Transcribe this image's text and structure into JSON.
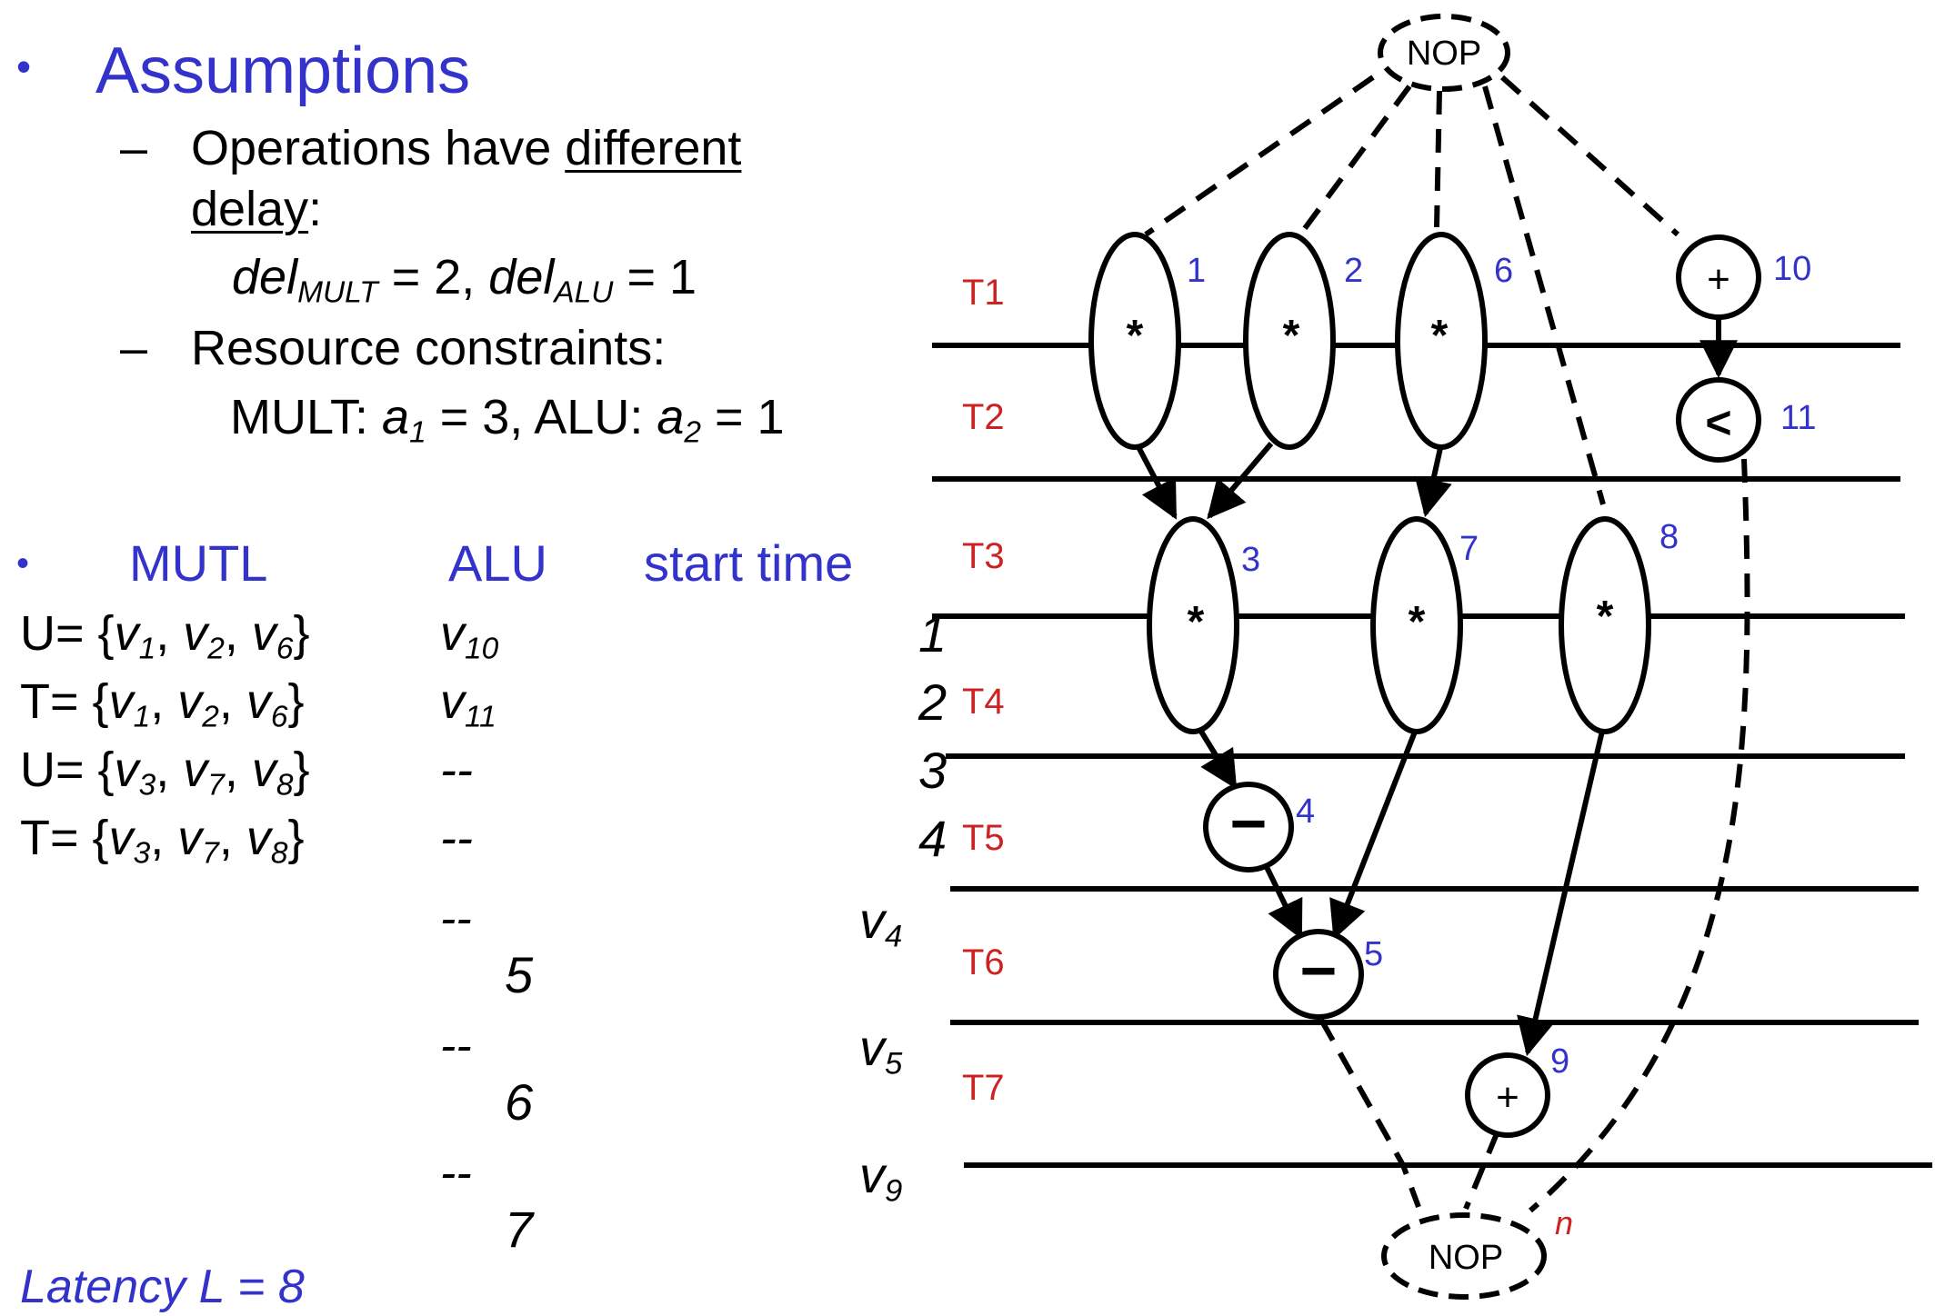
{
  "assumptions": {
    "heading": "Assumptions",
    "item1": {
      "prefix": "Operations have ",
      "underlined_a": "different",
      "underlined_b": "delay",
      "suffix": ":"
    },
    "delays": {
      "mult_label": "del",
      "mult_sub": "MULT",
      "mult_val": " = 2, ",
      "alu_label": "del",
      "alu_sub": "ALU",
      "alu_val": " = 1"
    },
    "item2": "Resource constraints:",
    "constraints": {
      "mult_prefix": "MULT: ",
      "a1": "a",
      "a1_sub": "1",
      "a1_val": " = 3, ALU: ",
      "a2": "a",
      "a2_sub": "2",
      "a2_val": " = 1"
    }
  },
  "table": {
    "headers": {
      "mult": "MUTL",
      "alu": "ALU",
      "start": "start time"
    },
    "rows": [
      {
        "set": "U= {",
        "v1": "v",
        "s1": "1",
        "v2": "v",
        "s2": "2",
        "v3": "v",
        "s3": "6",
        "close": "}",
        "alu_v": "v",
        "alu_s": "10",
        "time": "1"
      },
      {
        "set": "T= {",
        "v1": "v",
        "s1": "1",
        "v2": "v",
        "s2": "2",
        "v3": "v",
        "s3": "6",
        "close": "}",
        "alu_v": "v",
        "alu_s": "11",
        "time": "2"
      },
      {
        "set": "U= {",
        "v1": "v",
        "s1": "3",
        "v2": "v",
        "s2": "7",
        "v3": "v",
        "s3": "8",
        "close": "}",
        "alu": "--",
        "time": "3"
      },
      {
        "set": "T= {",
        "v1": "v",
        "s1": "3",
        "v2": "v",
        "s2": "7",
        "v3": "v",
        "s3": "8",
        "close": "}",
        "alu": "--",
        "time": "4"
      }
    ],
    "extra_dashes": [
      "--",
      "--",
      "--"
    ],
    "extra_times": [
      "5",
      "6",
      "7"
    ],
    "v_labels": [
      {
        "v": "v",
        "s": "4"
      },
      {
        "v": "v",
        "s": "5"
      },
      {
        "v": "v",
        "s": "9"
      }
    ],
    "latency": "Latency L = 8"
  },
  "diagram": {
    "steps": [
      "T1",
      "T2",
      "T3",
      "T4",
      "T5",
      "T6",
      "T7"
    ],
    "source": "NOP",
    "sink": "NOP",
    "sink_tag": "n",
    "nodes": [
      {
        "id": "1",
        "op": "*"
      },
      {
        "id": "2",
        "op": "*"
      },
      {
        "id": "6",
        "op": "*"
      },
      {
        "id": "10",
        "op": "+"
      },
      {
        "id": "11",
        "op": "<"
      },
      {
        "id": "3",
        "op": "*"
      },
      {
        "id": "7",
        "op": "*"
      },
      {
        "id": "8",
        "op": "*"
      },
      {
        "id": "4",
        "op": "−"
      },
      {
        "id": "5",
        "op": "−"
      },
      {
        "id": "9",
        "op": "+"
      }
    ],
    "colors": {
      "heading": "#3333cc",
      "step": "#cc2222",
      "node_id": "#3333cc",
      "ink": "#000000"
    }
  }
}
